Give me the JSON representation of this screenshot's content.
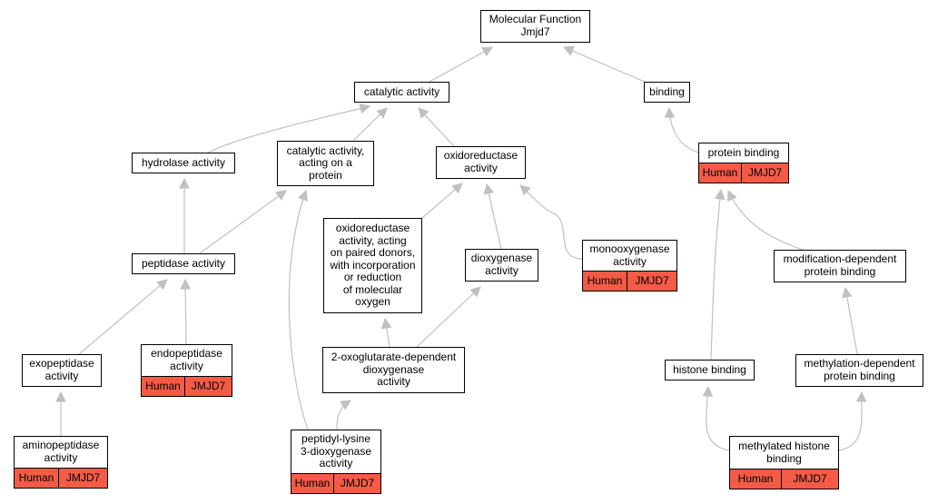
{
  "colors": {
    "edge": "#c0c0c0",
    "annotation": "#f45b46",
    "border": "#000000"
  },
  "nodes": {
    "mf_root": {
      "label": "Molecular Function\nJmjd7"
    },
    "catalytic": {
      "label": "catalytic activity"
    },
    "binding": {
      "label": "binding"
    },
    "hydrolase": {
      "label": "hydrolase activity"
    },
    "catalytic_protein": {
      "label": "catalytic activity,\nacting on a\nprotein"
    },
    "oxidoreductase": {
      "label": "oxidoreductase\nactivity"
    },
    "protein_binding": {
      "label": "protein binding",
      "species": "Human",
      "gene": "JMJD7"
    },
    "peptidase": {
      "label": "peptidase activity"
    },
    "oxido_paired": {
      "label": "oxidoreductase\nactivity, acting\non paired donors,\nwith incorporation\nor reduction\nof molecular\noxygen"
    },
    "dioxygenase": {
      "label": "dioxygenase\nactivity"
    },
    "monooxygenase": {
      "label": "monooxygenase\nactivity",
      "species": "Human",
      "gene": "JMJD7"
    },
    "modification_binding": {
      "label": "modification-dependent\nprotein binding"
    },
    "exopeptidase": {
      "label": "exopeptidase\nactivity"
    },
    "endopeptidase": {
      "label": "endopeptidase\nactivity",
      "species": "Human",
      "gene": "JMJD7"
    },
    "oxoglutarate": {
      "label": "2-oxoglutarate-dependent\ndioxygenase\nactivity"
    },
    "histone_binding": {
      "label": "histone binding"
    },
    "methylation_binding": {
      "label": "methylation-dependent\nprotein binding"
    },
    "aminopeptidase": {
      "label": "aminopeptidase\nactivity",
      "species": "Human",
      "gene": "JMJD7"
    },
    "peptidyl_lysine": {
      "label": "peptidyl-lysine\n3-dioxygenase\nactivity",
      "species": "Human",
      "gene": "JMJD7"
    },
    "methylated_histone": {
      "label": "methylated histone\nbinding",
      "species": "Human",
      "gene": "JMJD7"
    }
  },
  "edges": [
    [
      "catalytic",
      "mf_root"
    ],
    [
      "binding",
      "mf_root"
    ],
    [
      "hydrolase",
      "catalytic"
    ],
    [
      "catalytic_protein",
      "catalytic"
    ],
    [
      "oxidoreductase",
      "catalytic"
    ],
    [
      "protein_binding",
      "binding"
    ],
    [
      "peptidase",
      "hydrolase"
    ],
    [
      "peptidase",
      "catalytic_protein"
    ],
    [
      "peptidyl_lysine",
      "catalytic_protein"
    ],
    [
      "oxido_paired",
      "oxidoreductase"
    ],
    [
      "dioxygenase",
      "oxidoreductase"
    ],
    [
      "monooxygenase",
      "oxidoreductase"
    ],
    [
      "exopeptidase",
      "peptidase"
    ],
    [
      "endopeptidase",
      "peptidase"
    ],
    [
      "aminopeptidase",
      "exopeptidase"
    ],
    [
      "oxoglutarate",
      "oxido_paired"
    ],
    [
      "oxoglutarate",
      "dioxygenase"
    ],
    [
      "peptidyl_lysine",
      "oxoglutarate"
    ],
    [
      "histone_binding",
      "protein_binding"
    ],
    [
      "modification_binding",
      "protein_binding"
    ],
    [
      "methylation_binding",
      "modification_binding"
    ],
    [
      "methylated_histone",
      "histone_binding"
    ],
    [
      "methylated_histone",
      "methylation_binding"
    ]
  ]
}
